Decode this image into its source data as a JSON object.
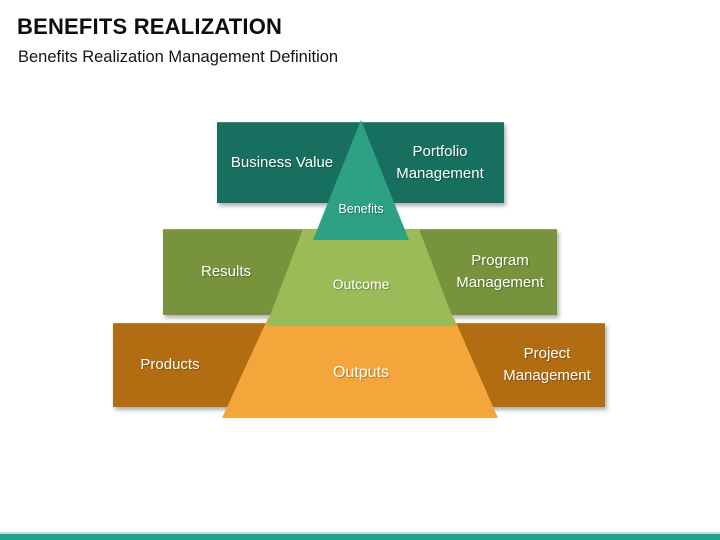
{
  "slide": {
    "title": "BENEFITS REALIZATION",
    "subtitle": "Benefits Realization Management Definition"
  },
  "pyramid": {
    "levels": [
      {
        "left_label": "Business Value",
        "right_label": "Portfolio Management",
        "center_label": "Benefits",
        "band_color": "#17705F",
        "segment_color": "#2DA086"
      },
      {
        "left_label": "Results",
        "right_label": "Program Management",
        "center_label": "Outcome",
        "band_color": "#77943D",
        "segment_color": "#9BBB59"
      },
      {
        "left_label": "Products",
        "right_label": "Project Management",
        "center_label": "Outputs",
        "band_color": "#B26D12",
        "segment_color": "#F5A63B"
      }
    ]
  },
  "footer": {
    "bar_color": "#1FA287",
    "hairline_color": "#C9DDE4"
  },
  "colors": {
    "title_text": "#0D0D0D",
    "label_text": "#FFFFFF",
    "background": "#FFFFFF"
  }
}
